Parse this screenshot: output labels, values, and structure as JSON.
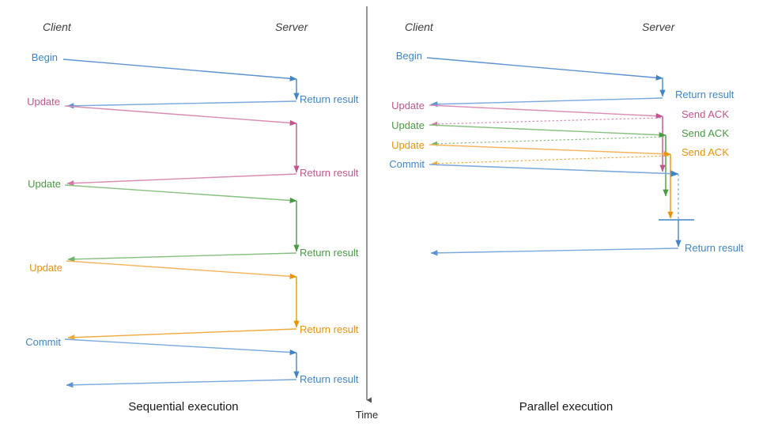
{
  "figure": {
    "type": "sequence-diagram",
    "title_left": "Sequential execution",
    "title_right": "Parallel execution",
    "time_axis_label": "Time",
    "colors": {
      "blue": "#4285c5",
      "blue_light": "#7aa9dd",
      "pink": "#c2568c",
      "pink_light": "#d98cb3",
      "green": "#4a9a43",
      "green_light": "#86c07e",
      "orange": "#e8930c",
      "orange_light": "#f5b45a",
      "axis": "#555555",
      "text_dark": "#1a1a1a",
      "actor_text": "#3c3c3c"
    }
  },
  "left_panel": {
    "name": "Sequential execution",
    "actors": {
      "client": "Client",
      "server": "Server"
    },
    "caption": "Sequential execution",
    "client_labels": [
      {
        "text": "Begin",
        "color": "blue"
      },
      {
        "text": "Update",
        "color": "pink"
      },
      {
        "text": "Update",
        "color": "green"
      },
      {
        "text": "Update",
        "color": "orange"
      },
      {
        "text": "Commit",
        "color": "blue"
      }
    ],
    "server_labels": [
      {
        "text": "Return result",
        "color": "blue"
      },
      {
        "text": "Return result",
        "color": "pink"
      },
      {
        "text": "Return result",
        "color": "green"
      },
      {
        "text": "Return result",
        "color": "orange"
      },
      {
        "text": "Return result",
        "color": "blue"
      }
    ]
  },
  "right_panel": {
    "name": "Parallel execution",
    "actors": {
      "client": "Client",
      "server": "Server"
    },
    "caption": "Parallel execution",
    "client_labels": [
      {
        "text": "Begin",
        "color": "blue"
      },
      {
        "text": "Update",
        "color": "pink"
      },
      {
        "text": "Update",
        "color": "green"
      },
      {
        "text": "Update",
        "color": "orange"
      },
      {
        "text": "Commit",
        "color": "blue"
      }
    ],
    "server_labels": [
      {
        "text": "Return result",
        "color": "blue"
      },
      {
        "text": "Send ACK",
        "color": "pink"
      },
      {
        "text": "Send ACK",
        "color": "green"
      },
      {
        "text": "Send ACK",
        "color": "orange"
      },
      {
        "text": "Return result",
        "color": "blue"
      }
    ]
  }
}
